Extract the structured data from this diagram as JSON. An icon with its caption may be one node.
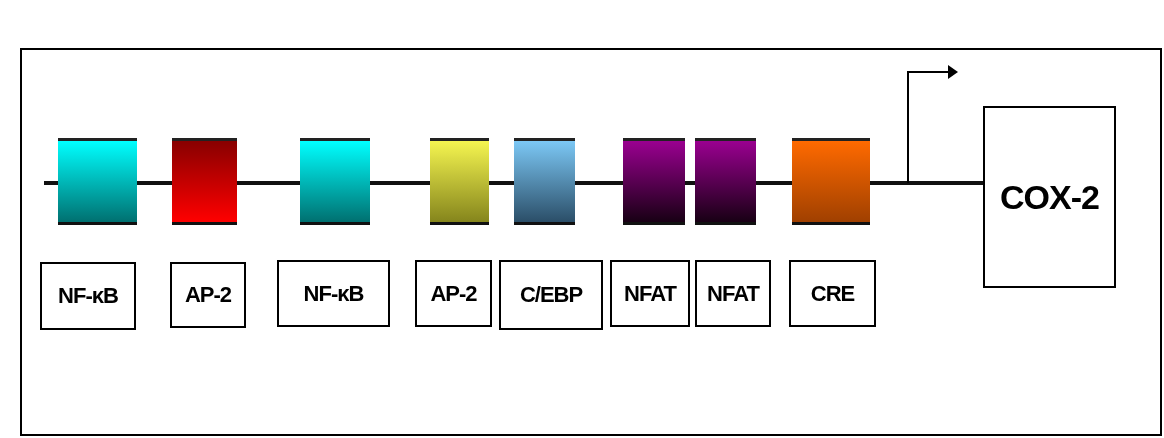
{
  "diagram": {
    "nodes": [
      {
        "text": [],
        "shape": "box"
      },
      {
        "text": [],
        "shape": "box"
      },
      {
        "text": [],
        "shape": "box"
      },
      {
        "text": [],
        "shape": "box"
      },
      {
        "text": [],
        "shape": "box"
      },
      {
        "text": [],
        "shape": "box"
      },
      {
        "text": [],
        "shape": "box"
      },
      {
        "text": [],
        "shape": "box"
      },
      {
        "text": [
          "NF-κB"
        ]
      },
      {
        "text": [
          "AP-2"
        ]
      },
      {
        "text": [
          "NF-κB"
        ]
      },
      {
        "text": [
          "AP-2"
        ]
      },
      {
        "text": [
          "C/EBP"
        ]
      },
      {
        "text": [
          "NFAT"
        ]
      },
      {
        "text": [
          "NFAT"
        ]
      },
      {
        "text": [
          "CRE"
        ]
      },
      {
        "text": [
          "COX-2"
        ]
      }
    ],
    "edges": [
      {
        "from": null,
        "to": 0,
        "arrow": "none"
      },
      {
        "from": 0,
        "to": 1,
        "arrow": "none"
      },
      {
        "from": 1,
        "to": 2,
        "arrow": "none"
      },
      {
        "from": 2,
        "to": 3,
        "arrow": "none"
      },
      {
        "from": 3,
        "to": 4,
        "arrow": "none"
      },
      {
        "from": 4,
        "to": 5,
        "arrow": "none"
      },
      {
        "from": 5,
        "to": 6,
        "arrow": "none"
      },
      {
        "from": 6,
        "to": 7,
        "arrow": "none"
      },
      {
        "from": 7,
        "to": 16,
        "arrow": "none"
      }
    ]
  }
}
